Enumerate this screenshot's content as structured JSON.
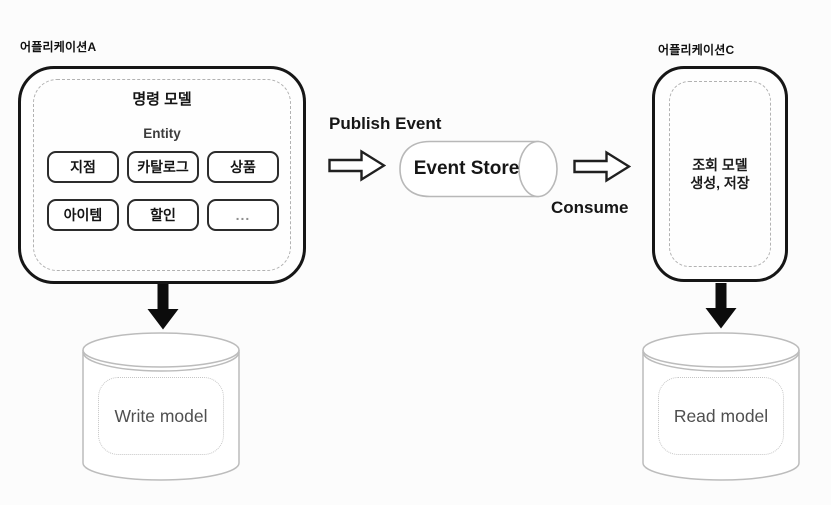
{
  "app_a": {
    "label": "어플리케이션A",
    "command_model": {
      "title": "명령 모델",
      "subtitle": "Entity",
      "entities": [
        "지점",
        "카탈로그",
        "상품",
        "아이템",
        "할인",
        "..."
      ]
    }
  },
  "flow": {
    "publish_label": "Publish Event",
    "event_store_label": "Event Store",
    "consume_label": "Consume"
  },
  "app_c": {
    "label": "어플리케이션C",
    "body_line1": "조회 모델",
    "body_line2": "생성, 저장"
  },
  "write_db": {
    "label": "Write model"
  },
  "read_db": {
    "label": "Read model"
  },
  "colors": {
    "box_border": "#161616",
    "dashed_border": "#b2b2b2",
    "cylinder_stroke": "#bcbcbc",
    "db_text": "#4f4f4f",
    "solid_arrow": "#0c0c0c"
  }
}
